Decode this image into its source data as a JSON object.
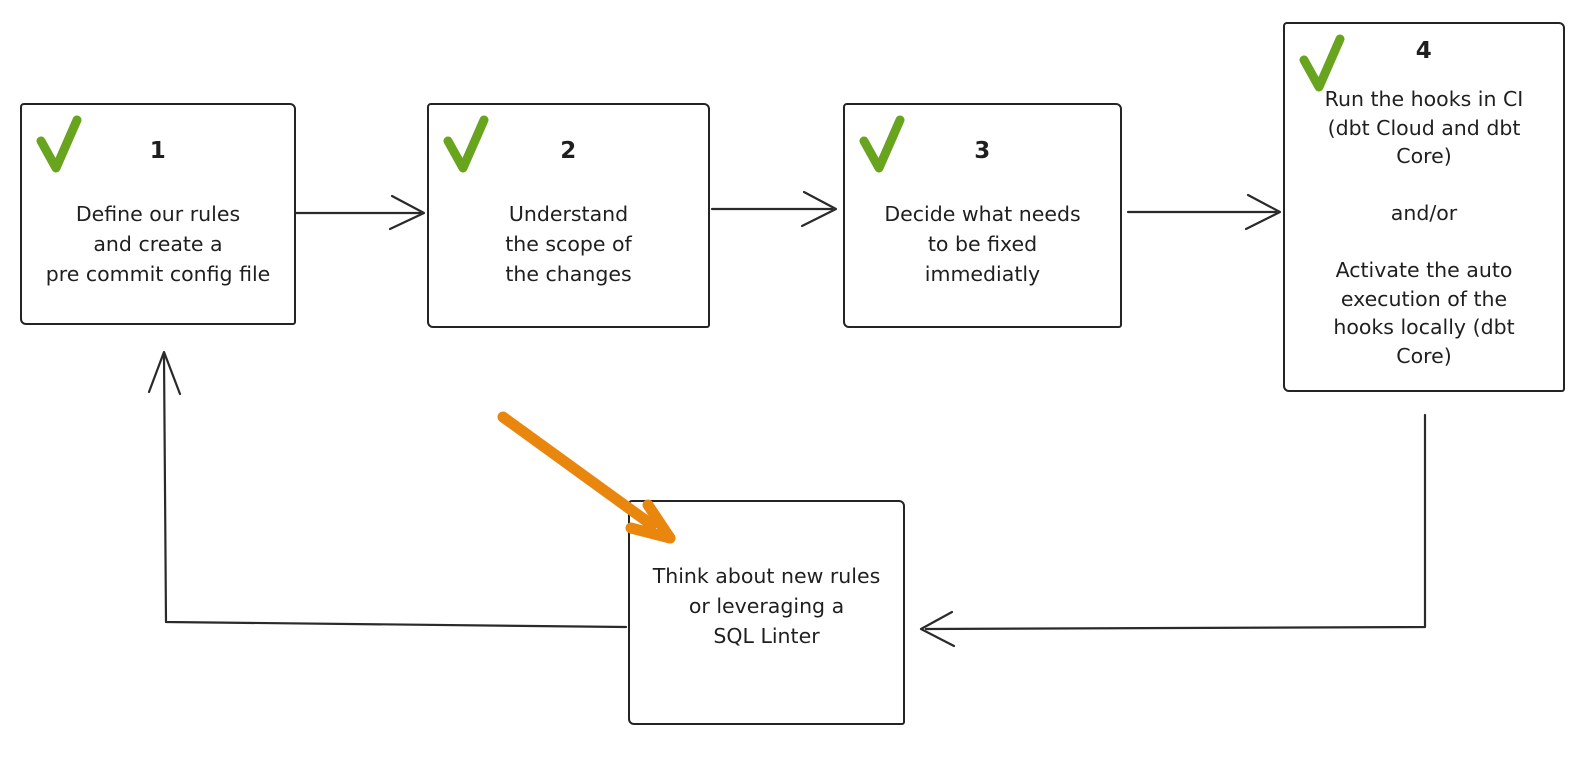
{
  "colors": {
    "ink": "#2a2a2a",
    "check_green": "#69A41E",
    "arrow_orange": "#E8860D"
  },
  "boxes": [
    {
      "number": "1",
      "text": "Define our rules\nand create a\npre commit config file"
    },
    {
      "number": "2",
      "text": "Understand\nthe scope of\nthe changes"
    },
    {
      "number": "3",
      "text": "Decide what needs\nto be fixed\nimmediatly"
    },
    {
      "number": "4",
      "text": "Run the hooks in CI\n(dbt Cloud and dbt\nCore)\n\nand/or\n\nActivate the auto\nexecution of the\nhooks locally (dbt\nCore)"
    },
    {
      "number": "",
      "text": "Think about new rules\nor leveraging a\nSQL Linter"
    }
  ]
}
